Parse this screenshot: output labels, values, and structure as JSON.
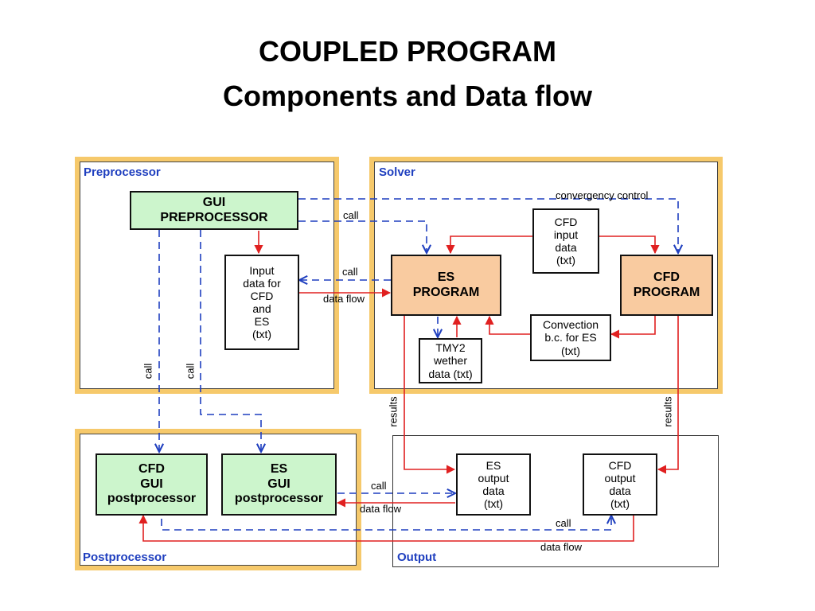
{
  "title": {
    "line1": "COUPLED PROGRAM",
    "line2": "Components and Data flow"
  },
  "panels": {
    "preprocessor": "Preprocessor",
    "solver": "Solver",
    "postprocessor": "Postprocessor",
    "output": "Output"
  },
  "nodes": {
    "gui_preprocessor": "GUI\nPREPROCESSOR",
    "input_data": "Input\ndata for\nCFD\nand\nES\n(txt)",
    "cfd_input": "CFD\ninput\ndata\n(txt)",
    "es_program": "ES\nPROGRAM",
    "cfd_program": "CFD\nPROGRAM",
    "convection": "Convection\nb.c. for ES\n(txt)",
    "tmy2": "TMY2\nwether\ndata (txt)",
    "cfd_gui_post": "CFD\nGUI\npostprocessor",
    "es_gui_post": "ES\nGUI\npostprocessor",
    "es_output": "ES\noutput\ndata\n(txt)",
    "cfd_output": "CFD\noutput\ndata\n(txt)"
  },
  "edge_labels": {
    "convergency_control": "convergency control",
    "call_gui_es": "call",
    "call_es_input": "call",
    "data_flow_input_es": "data flow",
    "call_left_1": "call",
    "call_left_2": "call",
    "results_es": "results",
    "results_cfd": "results",
    "call_es_gui_out": "call",
    "data_flow_es_out": "data flow",
    "call_cfd_gui_out": "call",
    "data_flow_cfd_out": "data flow"
  },
  "colors": {
    "panel_border": "#f6c96b",
    "label_blue": "#1f3fbf",
    "call_line": "#1f3fbf",
    "data_line": "#e02020",
    "green_fill": "#ccf5cc",
    "orange_fill": "#f9cba0"
  }
}
